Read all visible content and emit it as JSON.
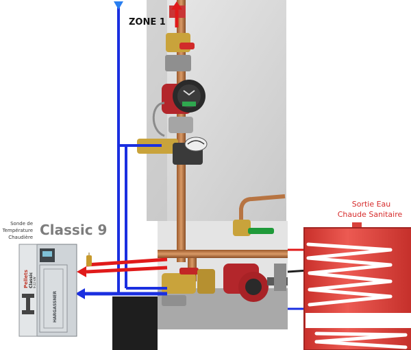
{
  "labels": {
    "zone": "ZONE 1",
    "tank_top": "Sortie Eau",
    "tank_bottom": "Chaude Sanitaire",
    "sonde_1": "Sonde de",
    "sonde_2": "Température",
    "sonde_3": "Chaudière",
    "boiler_model": "Classic 9",
    "brand_logo_1": "Pellets",
    "brand_logo_2": "Classic",
    "brand_logo_3": "9-22 kW",
    "brand_side": "HARGASSNER"
  },
  "colors": {
    "cold_pipe": "#1a2fe0",
    "hot_pipe": "#e01a1a",
    "tank_fill": "#e8443f",
    "tank_coil": "#ffffff",
    "copper": "#c97f4a",
    "wall": "#d8d8d8",
    "pump_red": "#b3262b",
    "valve_brass": "#c9a33b",
    "valve_handle_green": "#1f9a3a",
    "boiler_body": "#cfd4d8"
  },
  "icons": {
    "zone_up_arrow": "arrow-up-icon",
    "return_down_arrow": "arrow-down-icon",
    "hot_left_arrow": "arrow-left-icon",
    "cold_left_arrow": "arrow-left-icon"
  }
}
